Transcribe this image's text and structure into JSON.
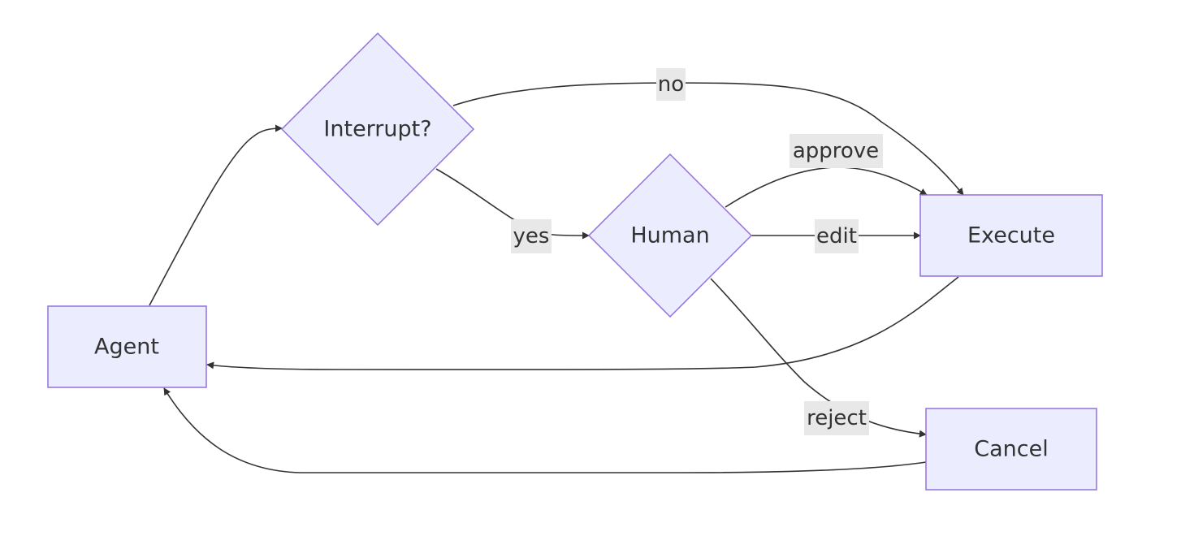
{
  "diagram": {
    "nodes": {
      "agent": {
        "label": "Agent"
      },
      "interrupt": {
        "label": "Interrupt?"
      },
      "human": {
        "label": "Human"
      },
      "execute": {
        "label": "Execute"
      },
      "cancel": {
        "label": "Cancel"
      }
    },
    "edges": {
      "agent_to_interrupt": {
        "from": "Agent",
        "to": "Interrupt?",
        "label": ""
      },
      "interrupt_no": {
        "from": "Interrupt?",
        "to": "Execute",
        "label": "no"
      },
      "interrupt_yes": {
        "from": "Interrupt?",
        "to": "Human",
        "label": "yes"
      },
      "human_approve": {
        "from": "Human",
        "to": "Execute",
        "label": "approve"
      },
      "human_edit": {
        "from": "Human",
        "to": "Execute",
        "label": "edit"
      },
      "human_reject": {
        "from": "Human",
        "to": "Cancel",
        "label": "reject"
      },
      "execute_to_agent": {
        "from": "Execute",
        "to": "Agent",
        "label": ""
      },
      "cancel_to_agent": {
        "from": "Cancel",
        "to": "Agent",
        "label": ""
      }
    },
    "colors": {
      "node_fill": "#ECECFF",
      "node_stroke": "#9370DB",
      "edge": "#333333",
      "label_bg": "#E8E8E8"
    }
  }
}
